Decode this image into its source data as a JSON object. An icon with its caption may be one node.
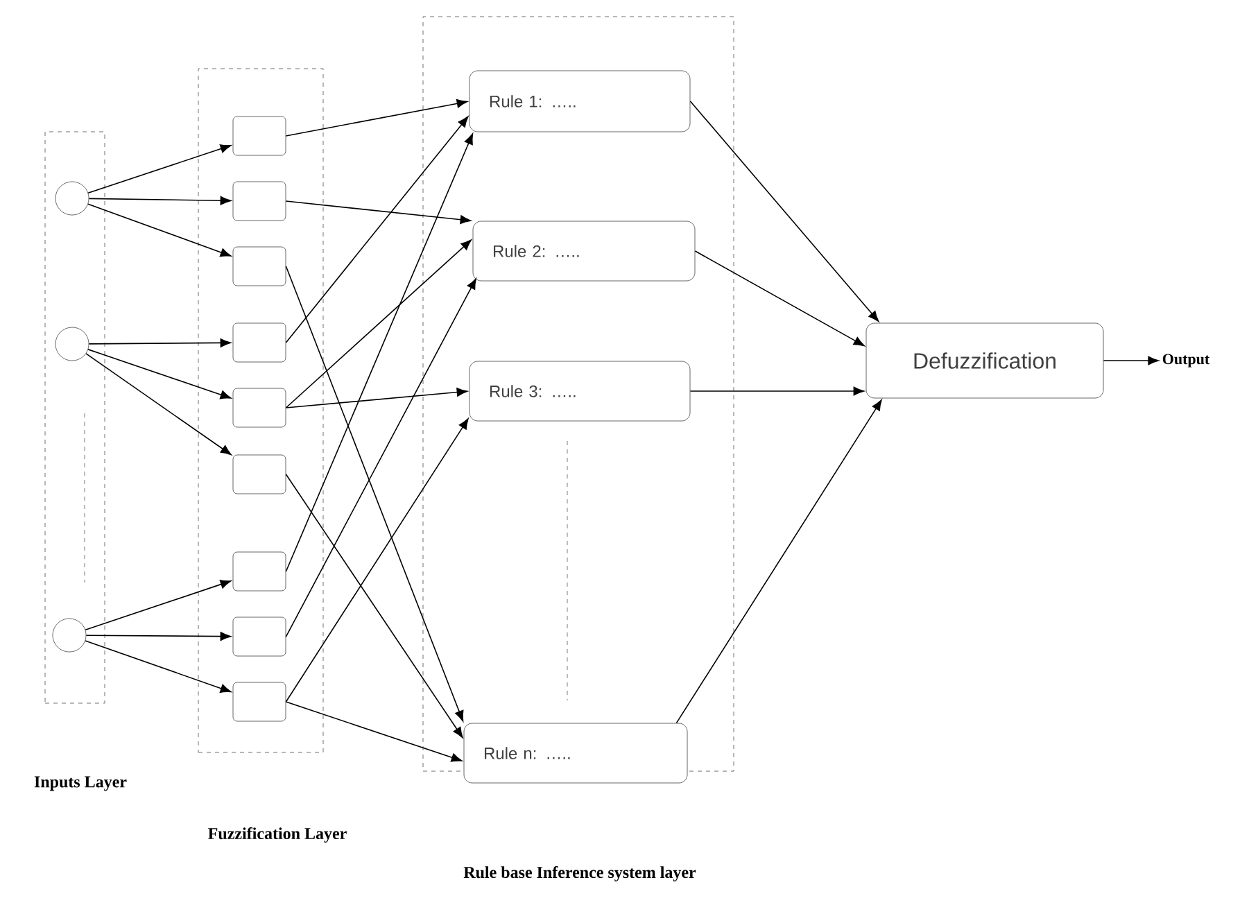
{
  "diagram": {
    "nodes": [
      {
        "text": [
          "Inputs Layer"
        ]
      },
      {
        "text": [
          "Fuzzification Layer"
        ]
      },
      {
        "text": [],
        "shape": "box"
      },
      {
        "text": [],
        "shape": "circle",
        "in": 0
      },
      {
        "text": [],
        "shape": "circle",
        "in": 0
      },
      {
        "text": [],
        "shape": "circle",
        "in": 0
      },
      {
        "text": [],
        "shape": "box",
        "in": 1
      },
      {
        "text": [],
        "shape": "box",
        "in": 1
      },
      {
        "text": [],
        "shape": "box",
        "in": 1
      },
      {
        "text": [],
        "shape": "box",
        "in": 1
      },
      {
        "text": [],
        "shape": "box",
        "in": 1
      },
      {
        "text": [],
        "shape": "box",
        "in": 1
      },
      {
        "text": [],
        "shape": "box",
        "in": 1
      },
      {
        "text": [],
        "shape": "box",
        "in": 1
      },
      {
        "text": [],
        "shape": "box",
        "in": 1
      },
      {
        "text": [
          "Rule 1: ….."
        ],
        "in": 2
      },
      {
        "text": [
          "Rule 2: ….."
        ],
        "in": 2
      },
      {
        "text": [
          "Rule 3: ….."
        ],
        "in": 2
      },
      {
        "text": [
          "Rule n: ….."
        ],
        "in": 2
      },
      {
        "text": [
          "Defuzzification"
        ]
      },
      {
        "text": [
          "Output"
        ]
      }
    ],
    "edges": [
      {
        "from": 3,
        "to": 6,
        "arrow": "to"
      },
      {
        "from": 3,
        "to": 7,
        "arrow": "to"
      },
      {
        "from": 3,
        "to": 8,
        "arrow": "to"
      },
      {
        "from": 4,
        "to": 9,
        "arrow": "to"
      },
      {
        "from": 4,
        "to": 10,
        "arrow": "to"
      },
      {
        "from": 4,
        "to": 11,
        "arrow": "to"
      },
      {
        "from": 5,
        "to": 12,
        "arrow": "to"
      },
      {
        "from": 5,
        "to": 13,
        "arrow": "to"
      },
      {
        "from": 5,
        "to": 14,
        "arrow": "to"
      },
      {
        "from": 6,
        "to": 15,
        "arrow": "to"
      },
      {
        "from": 7,
        "to": 16,
        "arrow": "to"
      },
      {
        "from": 8,
        "to": 18,
        "arrow": "to"
      },
      {
        "from": 9,
        "to": 15,
        "arrow": "to"
      },
      {
        "from": 10,
        "to": 16,
        "arrow": "to"
      },
      {
        "from": 10,
        "to": 17,
        "arrow": "to"
      },
      {
        "from": 11,
        "to": 18,
        "arrow": "to"
      },
      {
        "from": 12,
        "to": 15,
        "arrow": "to"
      },
      {
        "from": 13,
        "to": 16,
        "arrow": "to"
      },
      {
        "from": 14,
        "to": 17,
        "arrow": "to"
      },
      {
        "from": 14,
        "to": 18,
        "arrow": "to"
      },
      {
        "from": 15,
        "to": 19,
        "arrow": "to"
      },
      {
        "from": 16,
        "to": 19,
        "arrow": "to"
      },
      {
        "from": 17,
        "to": 19,
        "arrow": "to"
      },
      {
        "from": 18,
        "to": 19,
        "arrow": "to"
      },
      {
        "from": 19,
        "to": 20,
        "arrow": "to"
      }
    ],
    "labels": [
      "Rule base Inference system layer"
    ]
  }
}
